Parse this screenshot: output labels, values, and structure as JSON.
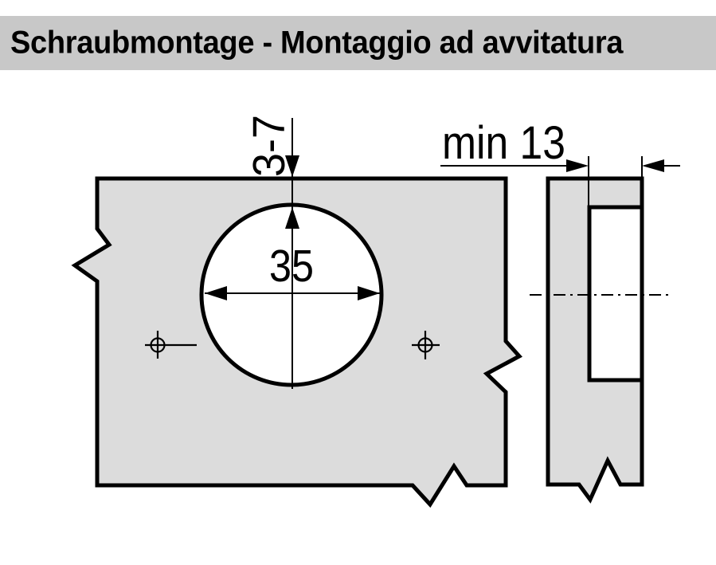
{
  "header": {
    "title": "Schraubmontage - Montaggio ad avvitatura"
  },
  "drawing": {
    "front_view": {
      "cup_diameter_label": "35",
      "edge_distance_label": "3-7"
    },
    "side_view": {
      "min_depth_label": "min 13"
    }
  },
  "colors": {
    "header_bg": "#c8c8c8",
    "panel_fill": "#dcdcdc",
    "hole_fill": "#ffffff",
    "line_color": "#000000",
    "page_bg": "#ffffff",
    "text_color": "#000000"
  }
}
